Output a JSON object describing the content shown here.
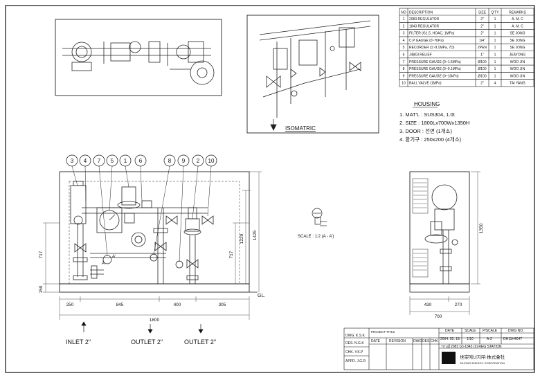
{
  "bom": {
    "headers": [
      "NO",
      "DESCRIPTION",
      "SIZE",
      "Q'TY",
      "REMARKS"
    ],
    "rows": [
      [
        "1",
        "2083 REGULATOR",
        "2\"",
        "1",
        "A. M. C"
      ],
      [
        "2",
        "1843 REGULATOR",
        "2\"",
        "1",
        "A. M. C"
      ],
      [
        "3",
        "FILTER (G1.5, HOAC, 1MPa)",
        "2\"",
        "1",
        "SE JONG"
      ],
      [
        "4",
        "C.P GAUGE (0~7bPa)",
        "1/4\"",
        "1",
        "SE JONG"
      ],
      [
        "5",
        "RECORDER (1~9.1MPa, 7D)",
        "2PEN",
        "1",
        "SE JONG"
      ],
      [
        "6",
        "J4BGI RELIEF",
        "1\"",
        "1",
        "JEAYONG"
      ],
      [
        "7",
        "PRESSURE GAUGE (0~1.5MPa)",
        "Ø100",
        "1",
        "WOO JIN"
      ],
      [
        "8",
        "PRESSURE GAUGE (0~0.1MPa)",
        "Ø100",
        "1",
        "WOO JIN"
      ],
      [
        "9",
        "PRESSURE GAUGE (0~10kPa)",
        "Ø100",
        "1",
        "WOO JIN"
      ],
      [
        "10",
        "BALL VALVE (1MPa)",
        "2\"",
        "4",
        "TAI YANG"
      ]
    ]
  },
  "housing": {
    "title": "HOUSING",
    "items": [
      "1. MAT'L : SUS304, 1.0t",
      "2. SIZE : 1800Lx700Wx1350H",
      "3. DOOR : 전면 (1개소)",
      "4. 환기구 : 250x200 (4개소)"
    ]
  },
  "isometric_label": "ISOMATRIC",
  "scale_label": "SCALE : 1:2 (A - A')",
  "section_marks": {
    "a": "A",
    "a_prime": "A'"
  },
  "balloons": [
    "3",
    "4",
    "7",
    "5",
    "1",
    "6",
    "8",
    "9",
    "2",
    "10"
  ],
  "front_dims": {
    "bottom": [
      "250",
      "845",
      "400",
      "305"
    ],
    "total": "1800",
    "left_upper": "717",
    "left_lower": "150",
    "right_a": "717",
    "right_b": "1229",
    "right_c": "1425",
    "gl": "GL."
  },
  "side_dims": {
    "height": "1350",
    "bottom": [
      "430",
      "270"
    ],
    "total": "700"
  },
  "flow_labels": {
    "inlet": "INLET 2\"",
    "outlet1": "OUTLET 2\"",
    "outlet2": "OUTLET 2\""
  },
  "title_block": {
    "left_rows": [
      "DWG. K.S.K",
      "DES. N.G.K",
      "CHK. Y.K.P",
      "APPD. J.G.R"
    ],
    "project_title_label": "PROJECT TITLE",
    "revision_headers": [
      "DATE",
      "REVISION",
      "DWG",
      "DES",
      "CHK"
    ],
    "meta_headers": [
      "DATE",
      "SCALE",
      "P/SCALE",
      "DWG NO."
    ],
    "meta_values": [
      "2004. 02. 18.",
      "1/10",
      "A-2",
      "DH11H4047"
    ],
    "title_label": "TITLE",
    "title_value": "2083 (2)-1843 (2) REG STATION",
    "company_logo": "SMCO",
    "company_name": "世宗에너지㈜ 株式會社",
    "company_sub": "SEJONG ENERGY CORPORATION"
  }
}
